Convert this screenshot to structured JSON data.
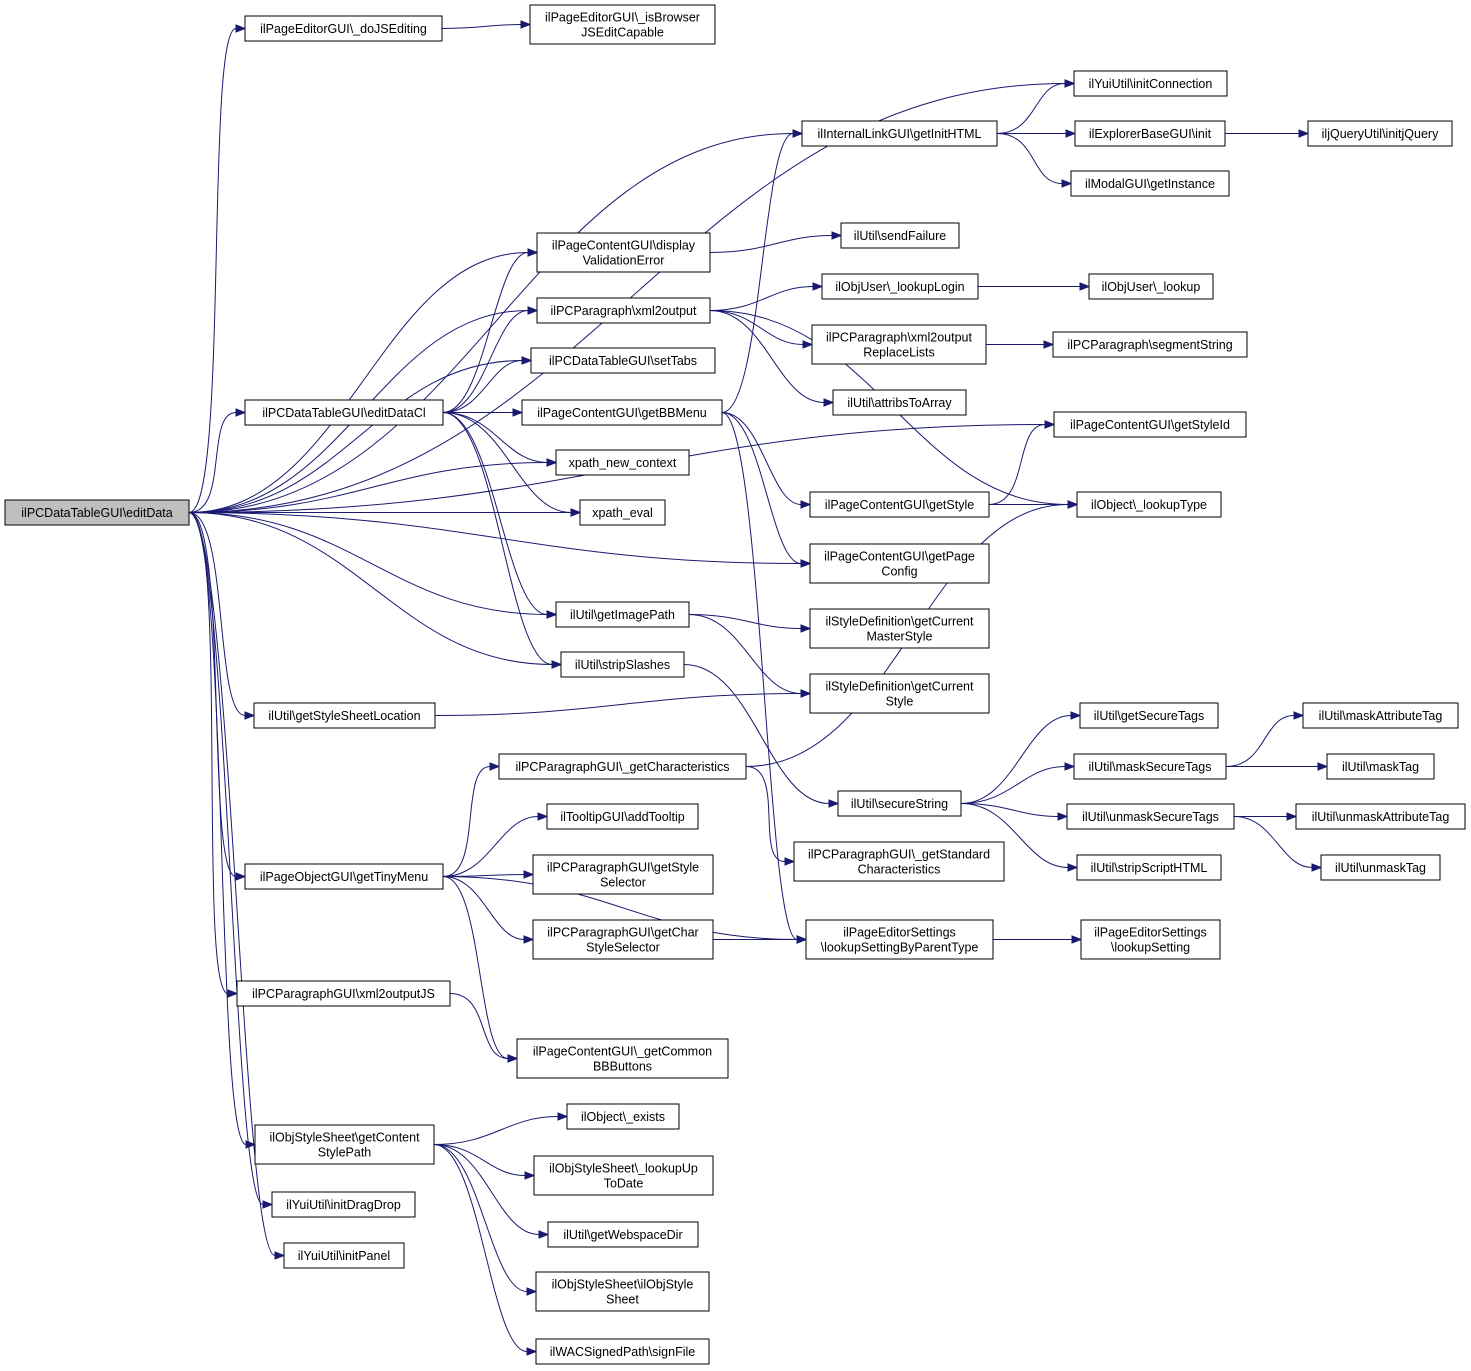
{
  "diagram": {
    "nodes": [
      {
        "id": "editData",
        "label": [
          "ilPCDataTableGUI\\editData"
        ],
        "root": true
      },
      {
        "id": "doJSEditing",
        "label": [
          "ilPageEditorGUI\\_doJSEditing"
        ]
      },
      {
        "id": "isBrowserJS",
        "label": [
          "ilPageEditorGUI\\_isBrowser",
          "JSEditCapable"
        ]
      },
      {
        "id": "initConnection",
        "label": [
          "ilYuiUtil\\initConnection"
        ]
      },
      {
        "id": "getInitHTML",
        "label": [
          "ilInternalLinkGUI\\getInitHTML"
        ]
      },
      {
        "id": "explorerInit",
        "label": [
          "ilExplorerBaseGUI\\init"
        ]
      },
      {
        "id": "initjQuery",
        "label": [
          "iljQueryUtil\\initjQuery"
        ]
      },
      {
        "id": "modalGetInstance",
        "label": [
          "ilModalGUI\\getInstance"
        ]
      },
      {
        "id": "displayValidationError",
        "label": [
          "ilPageContentGUI\\display",
          "ValidationError"
        ]
      },
      {
        "id": "sendFailure",
        "label": [
          "ilUtil\\sendFailure"
        ]
      },
      {
        "id": "xml2output",
        "label": [
          "ilPCParagraph\\xml2output"
        ]
      },
      {
        "id": "lookupLogin",
        "label": [
          "ilObjUser\\_lookupLogin"
        ]
      },
      {
        "id": "objUserLookup",
        "label": [
          "ilObjUser\\_lookup"
        ]
      },
      {
        "id": "xml2outputReplaceLists",
        "label": [
          "ilPCParagraph\\xml2output",
          "ReplaceLists"
        ]
      },
      {
        "id": "segmentString",
        "label": [
          "ilPCParagraph\\segmentString"
        ]
      },
      {
        "id": "setTabs",
        "label": [
          "ilPCDataTableGUI\\setTabs"
        ]
      },
      {
        "id": "attribsToArray",
        "label": [
          "ilUtil\\attribsToArray"
        ]
      },
      {
        "id": "editDataCl",
        "label": [
          "ilPCDataTableGUI\\editDataCl"
        ]
      },
      {
        "id": "getBBMenu",
        "label": [
          "ilPageContentGUI\\getBBMenu"
        ]
      },
      {
        "id": "getStyleId",
        "label": [
          "ilPageContentGUI\\getStyleId"
        ]
      },
      {
        "id": "xpathNewContext",
        "label": [
          "xpath_new_context"
        ]
      },
      {
        "id": "getStyle",
        "label": [
          "ilPageContentGUI\\getStyle"
        ]
      },
      {
        "id": "lookupType",
        "label": [
          "ilObject\\_lookupType"
        ]
      },
      {
        "id": "xpathEval",
        "label": [
          "xpath_eval"
        ]
      },
      {
        "id": "getPageConfig",
        "label": [
          "ilPageContentGUI\\getPage",
          "Config"
        ]
      },
      {
        "id": "getImagePath",
        "label": [
          "ilUtil\\getImagePath"
        ]
      },
      {
        "id": "getCurrentMasterStyle",
        "label": [
          "ilStyleDefinition\\getCurrent",
          "MasterStyle"
        ]
      },
      {
        "id": "stripSlashes",
        "label": [
          "ilUtil\\stripSlashes"
        ]
      },
      {
        "id": "getCurrentStyle",
        "label": [
          "ilStyleDefinition\\getCurrent",
          "Style"
        ]
      },
      {
        "id": "getStyleSheetLocation",
        "label": [
          "ilUtil\\getStyleSheetLocation"
        ]
      },
      {
        "id": "getSecureTags",
        "label": [
          "ilUtil\\getSecureTags"
        ]
      },
      {
        "id": "maskAttributeTag",
        "label": [
          "ilUtil\\maskAttributeTag"
        ]
      },
      {
        "id": "getCharacteristics",
        "label": [
          "ilPCParagraphGUI\\_getCharacteristics"
        ]
      },
      {
        "id": "maskSecureTags",
        "label": [
          "ilUtil\\maskSecureTags"
        ]
      },
      {
        "id": "maskTag",
        "label": [
          "ilUtil\\maskTag"
        ]
      },
      {
        "id": "secureString",
        "label": [
          "ilUtil\\secureString"
        ]
      },
      {
        "id": "addTooltip",
        "label": [
          "ilTooltipGUI\\addTooltip"
        ]
      },
      {
        "id": "unmaskSecureTags",
        "label": [
          "ilUtil\\unmaskSecureTags"
        ]
      },
      {
        "id": "unmaskAttributeTag",
        "label": [
          "ilUtil\\unmaskAttributeTag"
        ]
      },
      {
        "id": "getStandardCharacteristics",
        "label": [
          "ilPCParagraphGUI\\_getStandard",
          "Characteristics"
        ]
      },
      {
        "id": "stripScriptHTML",
        "label": [
          "ilUtil\\stripScriptHTML"
        ]
      },
      {
        "id": "unmaskTag",
        "label": [
          "ilUtil\\unmaskTag"
        ]
      },
      {
        "id": "getTinyMenu",
        "label": [
          "ilPageObjectGUI\\getTinyMenu"
        ]
      },
      {
        "id": "getStyleSelector",
        "label": [
          "ilPCParagraphGUI\\getStyle",
          "Selector"
        ]
      },
      {
        "id": "getCharStyleSelector",
        "label": [
          "ilPCParagraphGUI\\getChar",
          "StyleSelector"
        ]
      },
      {
        "id": "lookupSettingByParentType",
        "label": [
          "ilPageEditorSettings",
          "\\lookupSettingByParentType"
        ]
      },
      {
        "id": "lookupSetting",
        "label": [
          "ilPageEditorSettings",
          "\\lookupSetting"
        ]
      },
      {
        "id": "xml2outputJS",
        "label": [
          "ilPCParagraphGUI\\xml2outputJS"
        ]
      },
      {
        "id": "getCommonBBButtons",
        "label": [
          "ilPageContentGUI\\_getCommon",
          "BBButtons"
        ]
      },
      {
        "id": "objectExists",
        "label": [
          "ilObject\\_exists"
        ]
      },
      {
        "id": "getContentStylePath",
        "label": [
          "ilObjStyleSheet\\getContent",
          "StylePath"
        ]
      },
      {
        "id": "lookupUpToDate",
        "label": [
          "ilObjStyleSheet\\_lookupUp",
          "ToDate"
        ]
      },
      {
        "id": "initDragDrop",
        "label": [
          "ilYuiUtil\\initDragDrop"
        ]
      },
      {
        "id": "getWebspaceDir",
        "label": [
          "ilUtil\\getWebspaceDir"
        ]
      },
      {
        "id": "initPanel",
        "label": [
          "ilYuiUtil\\initPanel"
        ]
      },
      {
        "id": "ilObjStyleSheet",
        "label": [
          "ilObjStyleSheet\\ilObjStyle",
          "Sheet"
        ]
      },
      {
        "id": "signFile",
        "label": [
          "ilWACSignedPath\\signFile"
        ]
      }
    ],
    "edges": [
      [
        "editData",
        "doJSEditing"
      ],
      [
        "editData",
        "initConnection"
      ],
      [
        "editData",
        "getInitHTML"
      ],
      [
        "editData",
        "getStyleId"
      ],
      [
        "editData",
        "displayValidationError"
      ],
      [
        "editData",
        "xml2output"
      ],
      [
        "editData",
        "setTabs"
      ],
      [
        "editData",
        "editDataCl"
      ],
      [
        "editData",
        "xpathNewContext"
      ],
      [
        "editData",
        "xpathEval"
      ],
      [
        "editData",
        "getPageConfig"
      ],
      [
        "editData",
        "getImagePath"
      ],
      [
        "editData",
        "stripSlashes"
      ],
      [
        "editData",
        "getStyleSheetLocation"
      ],
      [
        "editData",
        "getTinyMenu"
      ],
      [
        "editData",
        "xml2outputJS"
      ],
      [
        "editData",
        "getContentStylePath"
      ],
      [
        "editData",
        "initDragDrop"
      ],
      [
        "editData",
        "initPanel"
      ],
      [
        "doJSEditing",
        "isBrowserJS"
      ],
      [
        "getInitHTML",
        "initConnection"
      ],
      [
        "getInitHTML",
        "explorerInit"
      ],
      [
        "getInitHTML",
        "modalGetInstance"
      ],
      [
        "explorerInit",
        "initjQuery"
      ],
      [
        "displayValidationError",
        "sendFailure"
      ],
      [
        "xml2output",
        "lookupLogin"
      ],
      [
        "xml2output",
        "xml2outputReplaceLists"
      ],
      [
        "xml2output",
        "attribsToArray"
      ],
      [
        "xml2output",
        "lookupType"
      ],
      [
        "lookupLogin",
        "objUserLookup"
      ],
      [
        "xml2outputReplaceLists",
        "segmentString"
      ],
      [
        "editDataCl",
        "displayValidationError"
      ],
      [
        "editDataCl",
        "xml2output"
      ],
      [
        "editDataCl",
        "setTabs"
      ],
      [
        "editDataCl",
        "getBBMenu"
      ],
      [
        "editDataCl",
        "xpathNewContext"
      ],
      [
        "editDataCl",
        "xpathEval"
      ],
      [
        "editDataCl",
        "getImagePath"
      ],
      [
        "editDataCl",
        "stripSlashes"
      ],
      [
        "getBBMenu",
        "getInitHTML"
      ],
      [
        "getBBMenu",
        "getStyle"
      ],
      [
        "getBBMenu",
        "getPageConfig"
      ],
      [
        "getBBMenu",
        "lookupSettingByParentType"
      ],
      [
        "getStyle",
        "getStyleId"
      ],
      [
        "getStyle",
        "lookupType"
      ],
      [
        "getImagePath",
        "getCurrentMasterStyle"
      ],
      [
        "getImagePath",
        "getCurrentStyle"
      ],
      [
        "stripSlashes",
        "secureString"
      ],
      [
        "getStyleSheetLocation",
        "getCurrentStyle"
      ],
      [
        "getCharacteristics",
        "lookupType"
      ],
      [
        "getCharacteristics",
        "getStandardCharacteristics"
      ],
      [
        "secureString",
        "getSecureTags"
      ],
      [
        "secureString",
        "maskSecureTags"
      ],
      [
        "secureString",
        "unmaskSecureTags"
      ],
      [
        "secureString",
        "stripScriptHTML"
      ],
      [
        "maskSecureTags",
        "maskAttributeTag"
      ],
      [
        "maskSecureTags",
        "maskTag"
      ],
      [
        "unmaskSecureTags",
        "unmaskAttributeTag"
      ],
      [
        "unmaskSecureTags",
        "unmaskTag"
      ],
      [
        "getTinyMenu",
        "getCharacteristics"
      ],
      [
        "getTinyMenu",
        "addTooltip"
      ],
      [
        "getTinyMenu",
        "getStyleSelector"
      ],
      [
        "getTinyMenu",
        "getCharStyleSelector"
      ],
      [
        "getTinyMenu",
        "lookupSettingByParentType"
      ],
      [
        "getTinyMenu",
        "getCommonBBButtons"
      ],
      [
        "getCharStyleSelector",
        "lookupSettingByParentType"
      ],
      [
        "lookupSettingByParentType",
        "lookupSetting"
      ],
      [
        "xml2outputJS",
        "getCommonBBButtons"
      ],
      [
        "getContentStylePath",
        "objectExists"
      ],
      [
        "getContentStylePath",
        "lookupUpToDate"
      ],
      [
        "getContentStylePath",
        "getWebspaceDir"
      ],
      [
        "getContentStylePath",
        "ilObjStyleSheet"
      ],
      [
        "getContentStylePath",
        "signFile"
      ]
    ]
  }
}
